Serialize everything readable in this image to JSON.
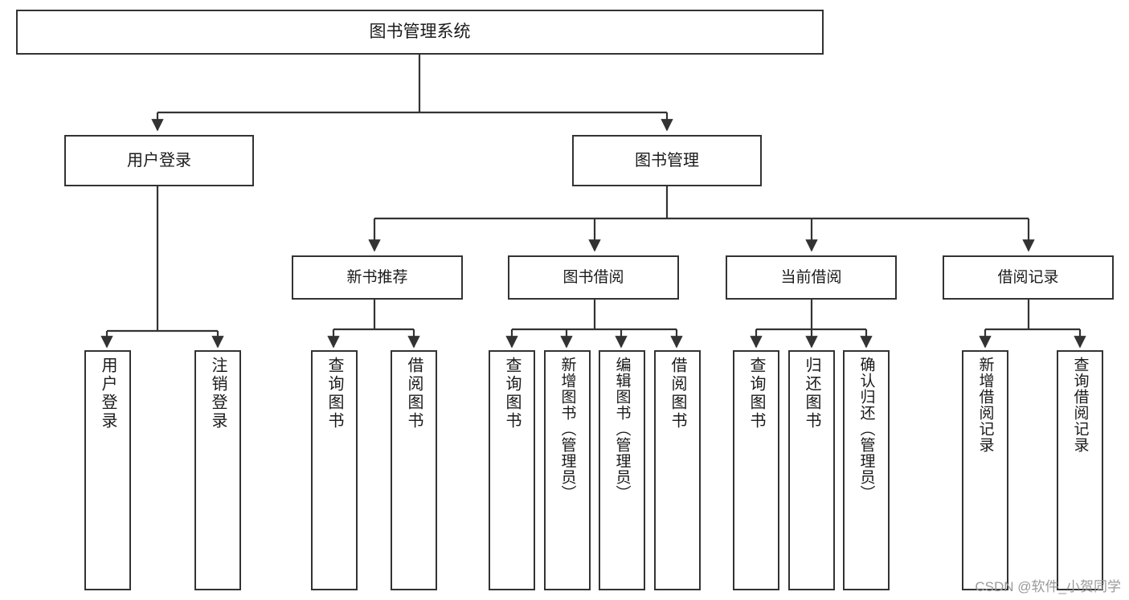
{
  "diagram": {
    "title": "图书管理系统",
    "type": "tree-hierarchy",
    "levels": {
      "root": "图书管理系统",
      "level1": [
        "用户登录",
        "图书管理"
      ],
      "level2": [
        "新书推荐",
        "图书借阅",
        "当前借阅",
        "借阅记录"
      ],
      "level3": [
        "用户登录",
        "注销登录",
        "查询图书",
        "借阅图书",
        "查询图书",
        "新增图书（管理员）",
        "编辑图书（管理员）",
        "借阅图书",
        "查询图书",
        "归还图书",
        "确认归还（管理员）",
        "新增借阅记录",
        "查询借阅记录"
      ]
    }
  },
  "nodes": {
    "root": {
      "label": "图书管理系统"
    },
    "user_login": {
      "label": "用户登录"
    },
    "book_manage": {
      "label": "图书管理"
    },
    "new_book_rec": {
      "label": "新书推荐"
    },
    "book_borrow": {
      "label": "图书借阅"
    },
    "current_borrow": {
      "label": "当前借阅"
    },
    "borrow_record": {
      "label": "借阅记录"
    },
    "leaf_user_login": {
      "label": "用户登录"
    },
    "leaf_logout": {
      "label": "注销登录"
    },
    "leaf_query_book_1": {
      "label": "查询图书"
    },
    "leaf_borrow_book_1": {
      "label": "借阅图书"
    },
    "leaf_query_book_2": {
      "label": "查询图书"
    },
    "leaf_add_book": {
      "label": "新增图书（管理员）"
    },
    "leaf_edit_book": {
      "label": "编辑图书（管理员）"
    },
    "leaf_borrow_book_2": {
      "label": "借阅图书"
    },
    "leaf_query_book_3": {
      "label": "查询图书"
    },
    "leaf_return_book": {
      "label": "归还图书"
    },
    "leaf_confirm_return": {
      "label": "确认归还（管理员）"
    },
    "leaf_add_record": {
      "label": "新增借阅记录"
    },
    "leaf_query_record": {
      "label": "查询借阅记录"
    }
  },
  "watermark": {
    "text": "CSDN @软件_小贺同学"
  },
  "colors": {
    "border": "#333333",
    "background": "#ffffff",
    "text": "#1a1a1a",
    "watermark": "#9a9a9a"
  }
}
